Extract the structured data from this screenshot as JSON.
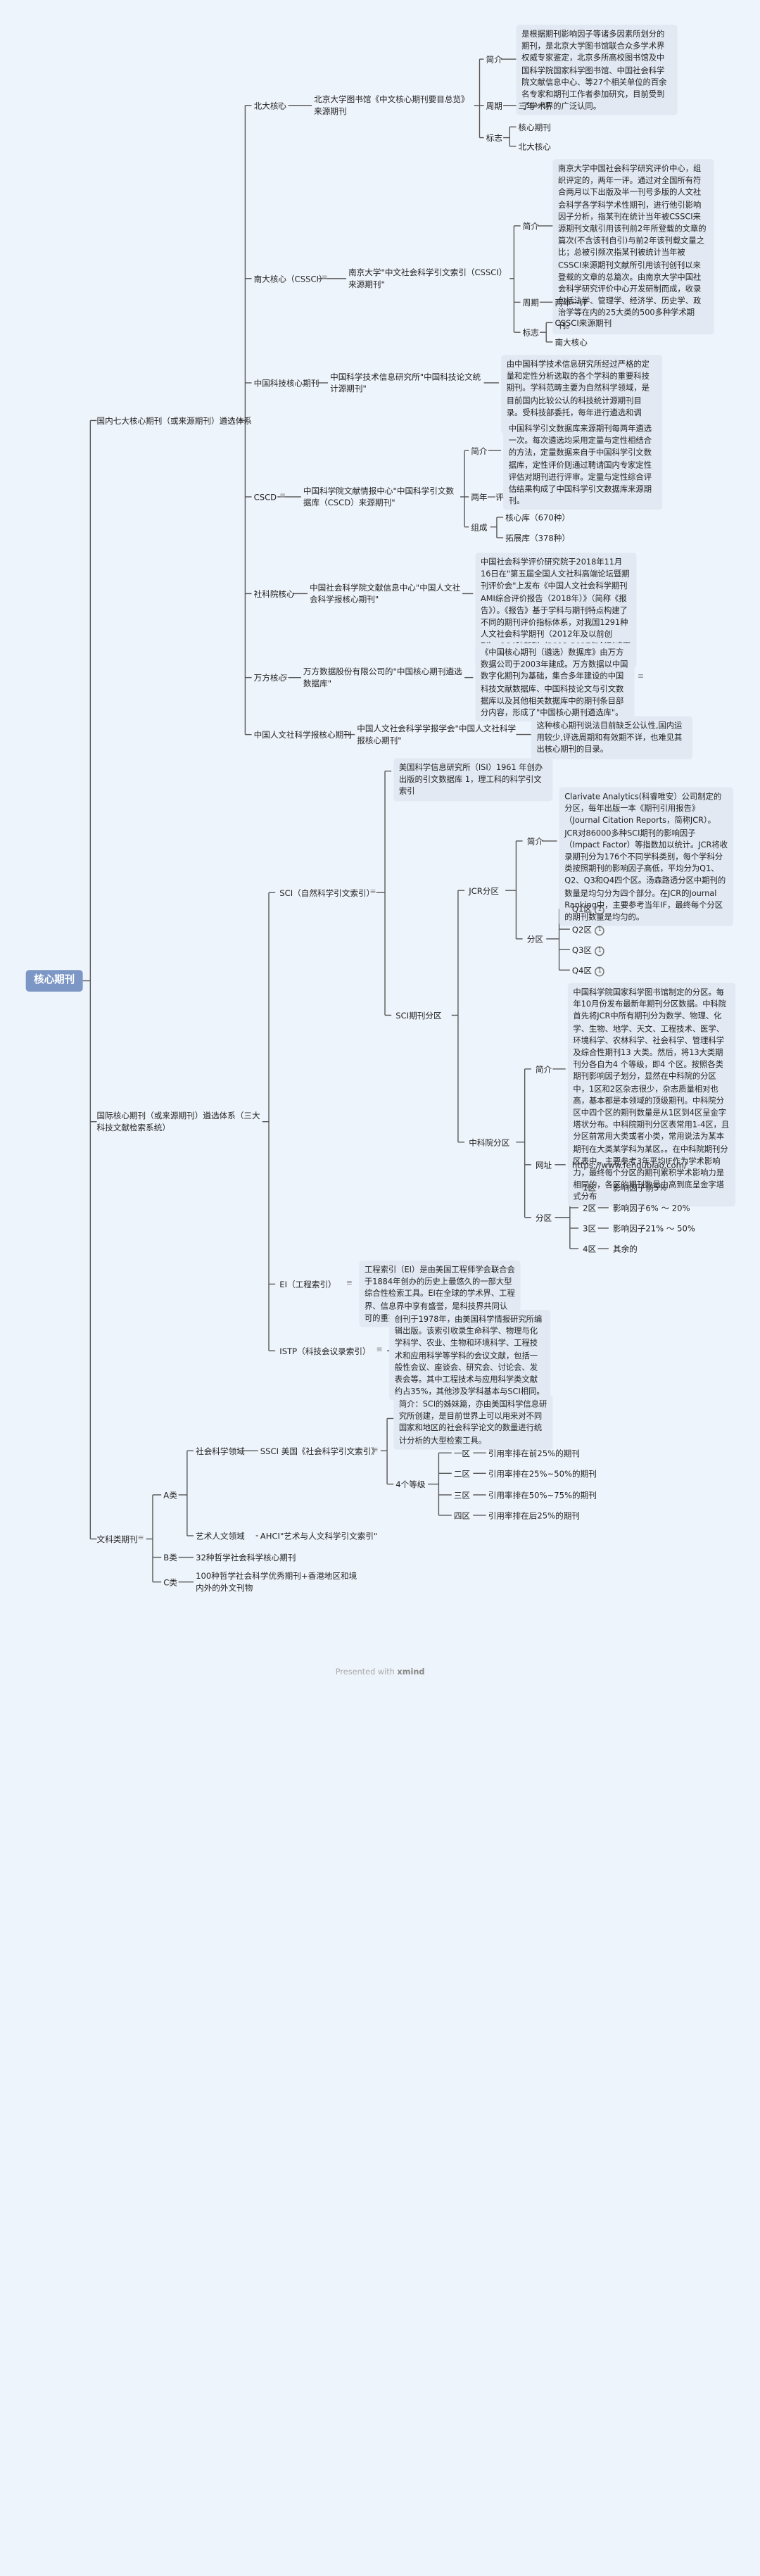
{
  "root": "核心期刊",
  "sections": {
    "domestic": {
      "label": "国内七大核心期刊（或来源期刊）遴选体系",
      "pku": {
        "label": "北大核心",
        "source": "北京大学图书馆《中文核心期刊要目总览》来源期刊",
        "intro_label": "简介",
        "intro": "是根据期刊影响因子等诸多因素所划分的期刊，是北京大学图书馆联合众多学术界权威专家鉴定，北京多所高校图书馆及中国科学院国家科学图书馆、中国社会科学院文献信息中心、等27个相关单位的百余名专家和期刊工作者参加研究，目前受到了学术界的广泛认同。",
        "period_label": "周期",
        "period": "三年一评",
        "mark_label": "标志",
        "marks": [
          "核心期刊",
          "北大核心"
        ]
      },
      "cssci": {
        "label": "南大核心（CSSCI）",
        "source": "南京大学\"中文社会科学引文索引（CSSCI）来源期刊\"",
        "intro_label": "简介",
        "intro": "南京大学中国社会科学研究评价中心，组织评定的，两年一评。通过对全国所有符合两月以下出版及半一刊号多版的人文社会科学各学科学术性期刊，进行他引影响因子分析，指某刊在统计当年被CSSCI来源期刊文献引用该刊前2年所登载的文章的篇次(不含该刊自引)与前2年该刊载文量之比；总被引频次指某刊被统计当年被CSSCI来源期刊文献所引用该刊创刊以来登载的文章的总篇次。由南京大学中国社会科学研究评价中心开发研制而成，收录包括法学、管理学、经济学、历史学、政治学等在内的25大类的500多种学术期刊。",
        "period_label": "周期",
        "period": "两年一评",
        "mark_label": "标志",
        "marks": [
          "CSSCI来源期刊",
          "南大核心"
        ]
      },
      "cstpcd": {
        "label": "中国科技核心期刊",
        "source": "中国科学技术信息研究所\"中国科技论文统计源期刊\"",
        "intro": "由中国科学技术信息研究所经过严格的定量和定性分析选取的各个学科的重要科技期刊。学科范畴主要为自然科学领域，是目前国内比较公认的科技统计源期刊目录。受科技部委托，每年进行遴选和调整，权威性名列国内首位。"
      },
      "cscd": {
        "label": "CSCD",
        "source": "中国科学院文献情报中心\"中国科学引文数据库（CSCD）来源期刊\"",
        "intro_label": "简介",
        "intro": "中国科学引文数据库来源期刊每两年遴选一次。每次遴选均采用定量与定性相结合的方法，定量数据来自于中国科学引文数据库，定性评价则通过聘请国内专家定性评估对期刊进行评审。定量与定性综合评估结果构成了中国科学引文数据库来源期刊。",
        "period": "两年一评",
        "compose_label": "组成",
        "compose": [
          "核心库（670种）",
          "拓展库（378种）"
        ]
      },
      "cass": {
        "label": "社科院核心",
        "source": "中国社会科学院文献信息中心\"中国人文社会科学报核心期刊\"",
        "intro": "中国社会科学评价研究院于2018年11月16日在\"第五届全国人文社科高端论坛暨期刊评价会\"上发布《中国人文社会科学期刊AMI综合评价报告（2018年）》（简称《报告》）。《报告》基于学科与期刊特点构建了不同的期刊评价指标体系，对我国1291种人文社会科学期刊（2012年及以前创刊）、164种新刊（2013-2017年创刊或更名）及68种英文期刊进行了评价。"
      },
      "wanfang": {
        "label": "万方核心",
        "source": "万方数据股份有限公司的\"中国核心期刊遴选数据库\"",
        "intro": "《中国核心期刊（遴选）数据库》由万方数据公司于2003年建成。万方数据以中国数字化期刊为基础，集合多年建设的中国科技文献数据库、中国科技论文与引文数据库以及其他相关数据库中的期刊条目部分内容，形成了\"中国核心期刊遴选库\"。"
      },
      "rdfybk": {
        "label": "中国人文社科学报核心期刊",
        "source": "中国人文社会科学学报学会\"中国人文社科学报核心期刊\"",
        "intro": "这种核心期刊说法目前缺乏公认性,国内运用较少,评选周期和有效期不详，也难见其出核心期刊的目录。"
      }
    },
    "international": {
      "label": "国际核心期刊（或来源期刊）遴选体系（三大科技文献检索系统）",
      "sci": {
        "label": "SCI（自然科学引文索引）",
        "desc": "美国科学信息研究所（ISI）1961 年创办出版的引文数据库 1，理工科的科学引文索引",
        "zone_label": "SCI期刊分区",
        "jcr": {
          "label": "JCR分区",
          "intro_label": "简介",
          "intro": "Clarivate Analytics(科睿唯安）公司制定的分区，每年出版一本《期刊引用报告》（Journal Citation Reports，简称JCR）。JCR对86000多种SCI期刊的影响因子（Impact Factor）等指数加以统计。JCR将收录期刊分为176个不同学科类别，每个学科分类按照期刊的影响因子高低，平均分为Q1、Q2、Q3和Q4四个区。汤森路透分区中期刊的数量是均匀分为四个部分。在JCR的Journal Ranking中，主要参考当年IF，最终每个分区的期刊数量是均匀的。",
          "zone_label": "分区",
          "zones": [
            "Q1区",
            "Q2区",
            "Q3区",
            "Q4区"
          ],
          "badge": "1"
        },
        "cas": {
          "label": "中科院分区",
          "intro_label": "简介",
          "intro": "中国科学院国家科学图书馆制定的分区。每年10月份发布最新年期刊分区数据。中科院首先将JCR中所有期刊分为数学、物理、化学、生物、地学、天文、工程技术、医学、环境科学、农林科学、社会科学、管理科学及综合性期刊13 大类。然后，将13大类期刊分各自为4 个等级，即4 个区。按照各类期刊影响因子划分，显然在中科院的分区中，1区和2区杂志很少，杂志质量相对也高，基本都是本领域的顶级期刊。中科院分区中四个区的期刊数量是从1区到4区呈金字塔状分布。中科院期刊分区表常用1-4区，且分区前常用大类或者小类，常用说法为某本期刊在大类某学科为某区。。在中科院期刊分区表中，主要参考3年平均IF作为学术影响力，最终每个分区的期刊累积学术影响力是相同的，各区的期刊数量由高到底呈金字塔式分布",
          "site_label": "网址",
          "site": "https://www.fenqubiao.com/",
          "zone_label": "分区",
          "zones": [
            {
              "name": "1区",
              "desc": "影响因子前5%"
            },
            {
              "name": "2区",
              "desc": "影响因子6% ～ 20%"
            },
            {
              "name": "3区",
              "desc": "影响因子21% ～ 50%"
            },
            {
              "name": "4区",
              "desc": "其余的"
            }
          ]
        }
      },
      "ei": {
        "label": "EI（工程索引）",
        "desc": "工程索引（EI）是由美国工程师学会联合会于1884年创办的历史上最悠久的一部大型综合性检索工具。EI在全球的学术界、工程界、信息界中享有盛誉，是科技界共同认可的重要检索工具。"
      },
      "istp": {
        "label": "ISTP（科技会议录索引）",
        "desc": "创刊于1978年，由美国科学情报研究所编辑出版。该索引收录生命科学、物理与化学科学、农业、生物和环境科学、工程技术和应用科学等学科的会议文献，包括一般性会议、座谈会、研究会、讨论会、发表会等。其中工程技术与应用科学类文献约占35%，其他涉及学科基本与SCI相同。"
      }
    },
    "liberal": {
      "label": "文科类期刊",
      "a": {
        "label": "A类",
        "social": {
          "label": "社会科学领域",
          "ssci": "SSCI 美国《社会科学引文索引》",
          "intro": "简介：SCI的姊妹篇，亦由美国科学信息研究所创建，是目前世界上可以用来对不同国家和地区的社会科学论文的数量进行统计分析的大型检索工具。",
          "level_label": "4个等级",
          "levels": [
            {
              "name": "一区",
              "desc": "引用率排在前25%的期刊"
            },
            {
              "name": "二区",
              "desc": "引用率排在25%~50%的期刊"
            },
            {
              "name": "三区",
              "desc": "引用率排在50%~75%的期刊"
            },
            {
              "name": "四区",
              "desc": "引用率排在后25%的期刊"
            }
          ]
        },
        "arts": {
          "label": "艺术人文领域",
          "ahci": "AHCI\"艺术与人文科学引文索引\""
        }
      },
      "b": {
        "label": "B类",
        "desc": "32种哲学社会科学核心期刊"
      },
      "c": {
        "label": "C类",
        "desc": "100种哲学社会科学优秀期刊+香港地区和境内外的外文刊物"
      }
    }
  },
  "footer": {
    "text": "Presented with",
    "brand": "xmind"
  }
}
